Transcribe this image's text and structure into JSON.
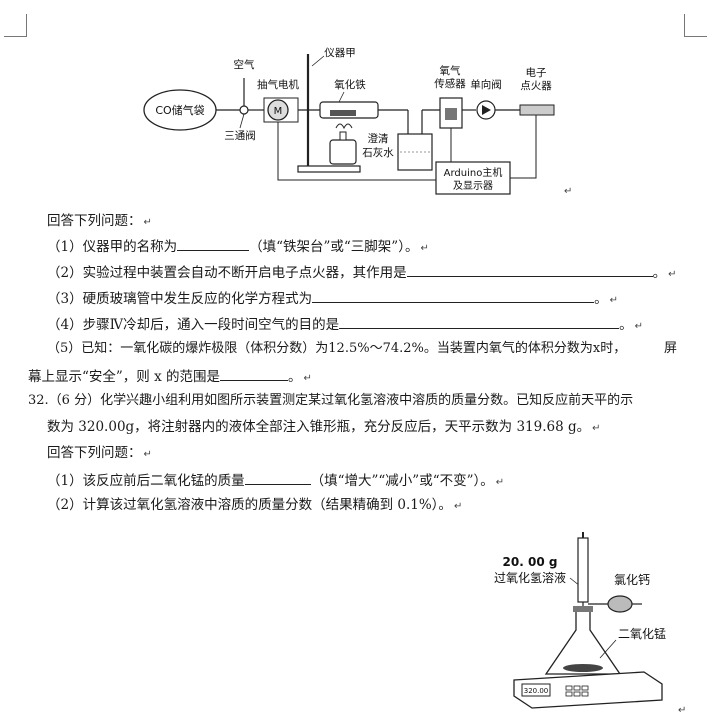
{
  "diagram1": {
    "labels": {
      "co_bag": "CO储气袋",
      "air": "空气",
      "three_way": "三通阀",
      "pump": "抽气电机",
      "pump_symbol": "M",
      "instrument": "仪器甲",
      "iron_oxide": "氧化铁",
      "limewater_1": "澄清",
      "limewater_2": "石灰水",
      "oxygen_1": "氧气",
      "oxygen_2": "传感器",
      "valve": "单向阀",
      "igniter_1": "电子",
      "igniter_2": "点火器",
      "arduino_1": "Arduino主机",
      "arduino_2": "及显示器"
    }
  },
  "q31": {
    "intro": "回答下列问题：",
    "p1_a": "（1）仪器甲的名称为",
    "p1_b": "（填“铁架台”或“三脚架”）。",
    "p2": "（2）实验过程中装置会自动不断开启电子点火器，其作用是",
    "p3": "（3）硬质玻璃管中发生反应的化学方程式为",
    "p4": "（4）步骤Ⅳ冷却后，通入一段时间空气的目的是",
    "p5_a": "（5）已知：一氧化碳的爆炸极限（体积分数）为12.5%～74.2%。当装置内氧气的体积分数为x时，",
    "p5_tail": "屏",
    "p5_b": "幕上显示“安全”，则 x 的范围是",
    "period": "。"
  },
  "q32": {
    "head": "32.（6 分）化学兴趣小组利用如图所示装置测定某过氧化氢溶液中溶质的质量分数。已知反应前天平的示",
    "head2": "数为 320.00g，将注射器内的液体全部注入锥形瓶，充分反应后，天平示数为 319.68 g。",
    "intro": "回答下列问题：",
    "p1_a": "（1）该反应前后二氧化锰的质量",
    "p1_b": "（填“增大”“减小”或“不变”）。",
    "p2": "（2）计算该过氧化氢溶液中溶质的质量分数（结果精确到 0.1%）。"
  },
  "diagram2": {
    "labels": {
      "mass": "20. 00 g",
      "solution": "过氧化氢溶液",
      "calcium_chloride": "氯化钙",
      "mno2": "二氧化锰",
      "balance_reading": "320.00"
    }
  },
  "para_mark": "↵"
}
